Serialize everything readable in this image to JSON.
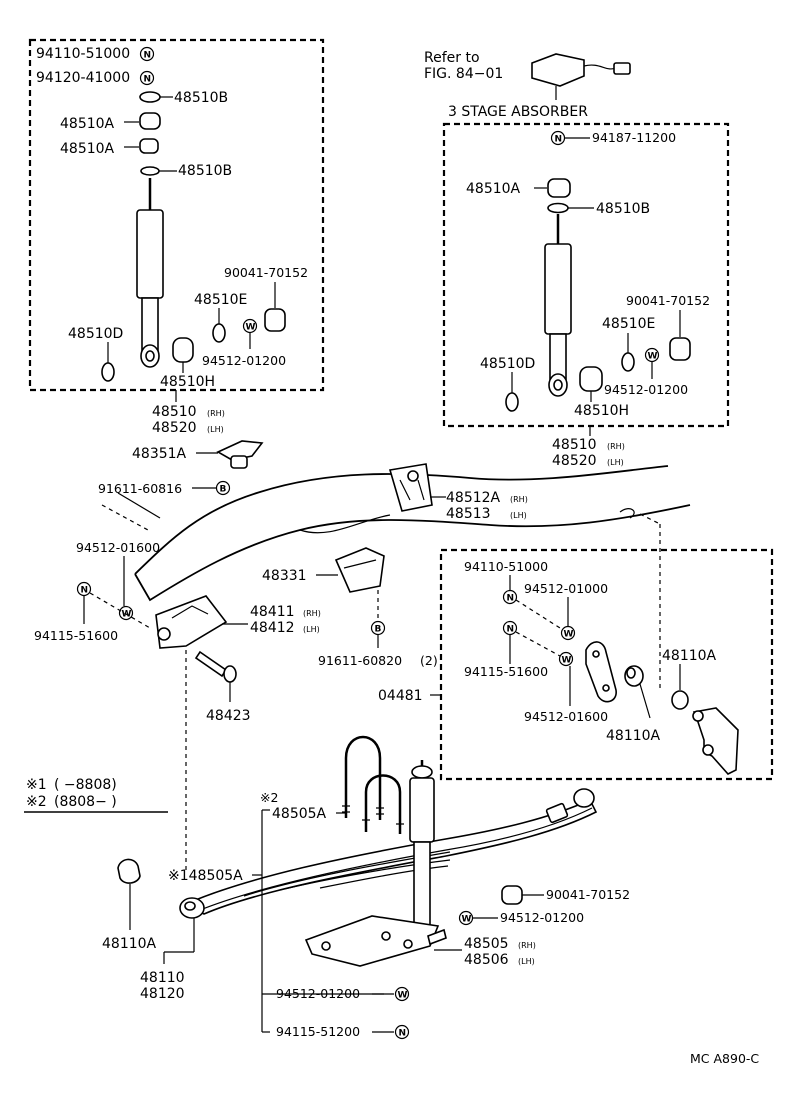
{
  "upper_left_kit": {
    "nut_1": "94110-51000",
    "nut_2": "94120-41000",
    "cushion_b_top": "48510B",
    "cushion_a_1": "48510A",
    "cushion_a_2": "48510A",
    "cushion_b_bottom": "48510B",
    "bolt": "90041-70152",
    "cushion_e": "48510E",
    "shock": "48510D",
    "washer": "94512-01200",
    "bushing_h": "48510H",
    "assy_rh": "48510",
    "assy_lh": "48520"
  },
  "upper_right_kit": {
    "refer_line1": "Refer to",
    "refer_line2": "FIG. 84−01",
    "title": "3 STAGE ABSORBER",
    "nut": "94187-11200",
    "cushion_a": "48510A",
    "cushion_b": "48510B",
    "bolt": "90041-70152",
    "cushion_e": "48510E",
    "shock": "48510D",
    "washer": "94512-01200",
    "bushing_h": "48510H",
    "assy_rh": "48510",
    "assy_lh": "48520"
  },
  "frame": {
    "bracket_a": "48351A",
    "bolt_b1": "91611-60816",
    "washer_1": "94512-01600",
    "nut_1": "94115-51600",
    "hanger_rh": "48411",
    "hanger_lh": "48412",
    "pin": "48423",
    "bumper": "48331",
    "bolt_b2": "91611-60820",
    "bolt_b2_qty": "(2)",
    "spring_bracket_rh": "48512A",
    "spring_bracket_lh": "48513"
  },
  "shackle_box": {
    "nut_1": "94110-51000",
    "washer_1": "94512-01000",
    "nut_2": "94115-51600",
    "washer_2": "94512-01600",
    "shackle": "04481",
    "bushing_1": "48110A",
    "bushing_2": "48110A"
  },
  "legend": {
    "line1_mark": "※1",
    "line1_range": "(       −8808)",
    "line2_mark": "※2",
    "line2_range": "(8808−          )"
  },
  "leaf_spring": {
    "star2": "※2",
    "u_bolt_2": "48505A",
    "u_bolt_1": "※148505A",
    "bushing": "48110A",
    "assy_1": "48110",
    "assy_2": "48120",
    "bolt": "90041-70152",
    "washer_top": "94512-01200",
    "seat_rh": "48505",
    "seat_lh": "48506",
    "washer_bottom": "94512-01200",
    "nut_bottom": "94115-51200"
  },
  "tags": {
    "rh": "(RH)",
    "lh": "(LH)",
    "n": "N",
    "w": "W",
    "b": "B"
  },
  "footer": {
    "code": "MC A890-C"
  }
}
